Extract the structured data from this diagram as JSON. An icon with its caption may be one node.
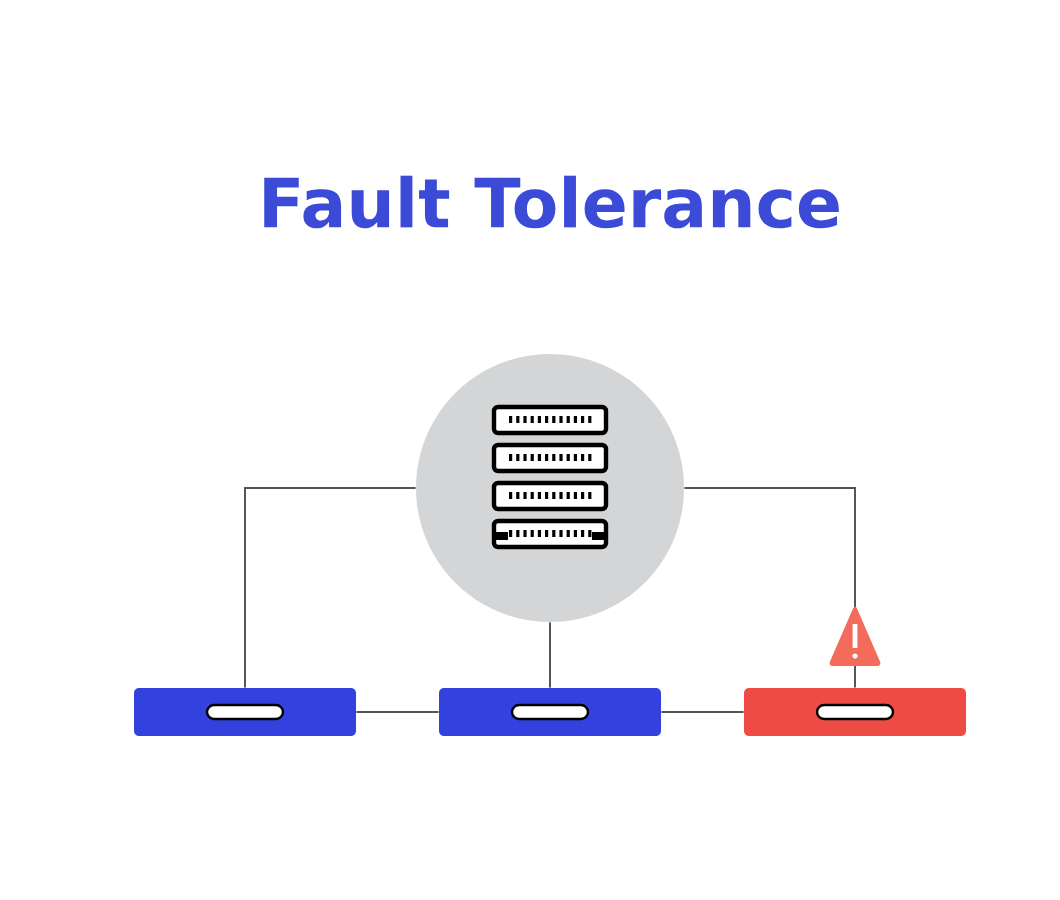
{
  "diagram": {
    "title": "Fault Tolerance",
    "nodes": [
      {
        "text": [],
        "shape": "circle"
      },
      {
        "text": [],
        "shape": "bar"
      },
      {
        "text": [],
        "shape": "bar"
      },
      {
        "text": [],
        "shape": "bar"
      }
    ],
    "edges": [
      {
        "from": 0,
        "to": 1,
        "arrow": "none"
      },
      {
        "from": 0,
        "to": 2,
        "arrow": "none"
      },
      {
        "from": 0,
        "to": 3,
        "arrow": "none"
      },
      {
        "from": 1,
        "to": 2,
        "arrow": "none"
      },
      {
        "from": 2,
        "to": 3,
        "arrow": "none"
      }
    ]
  }
}
